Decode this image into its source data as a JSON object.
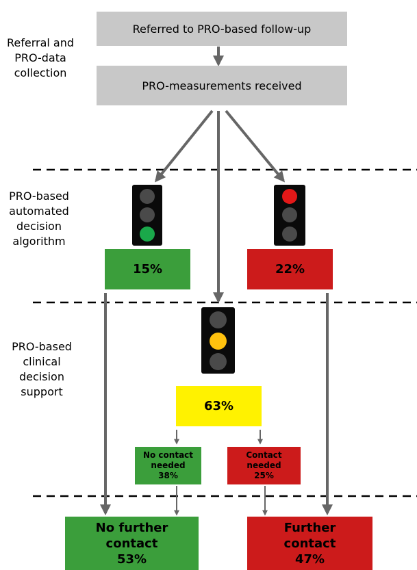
{
  "stages": {
    "collection": [
      "Referral and",
      "PRO-data",
      "collection"
    ],
    "algorithm": [
      "PRO-based",
      "automated",
      "decision",
      "algorithm"
    ],
    "support": [
      "PRO-based",
      "clinical",
      "decision",
      "support"
    ]
  },
  "boxes": {
    "referred": "Referred to PRO-based follow-up",
    "received": "PRO-measurements received",
    "green_pct": "15%",
    "red_pct": "22%",
    "yellow_pct": "63%",
    "no_contact": [
      "No contact",
      "needed",
      "38%"
    ],
    "contact": [
      "Contact",
      "needed",
      "25%"
    ],
    "no_further": [
      "No further",
      "contact",
      "53%"
    ],
    "further": [
      "Further",
      "contact",
      "47%"
    ]
  },
  "colors": {
    "green": "#3b9e3b",
    "red": "#cc1b1b",
    "yellow": "#fff200",
    "gray": "#c8c8c8",
    "arrow": "#666666"
  },
  "lights": {
    "green_light": "green lit bottom lamp",
    "red_light": "red lit top lamp",
    "yellow_light": "yellow lit middle lamp"
  }
}
